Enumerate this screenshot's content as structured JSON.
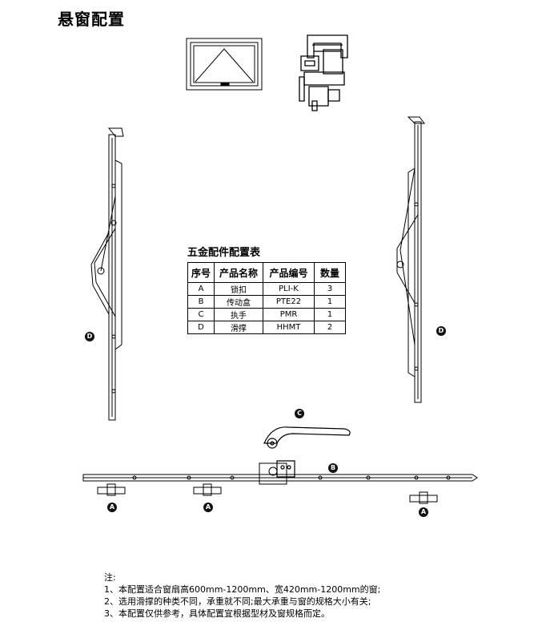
{
  "title": "悬窗配置",
  "table": {
    "title": "五金配件配置表",
    "headers": [
      "序号",
      "产品名称",
      "产品编号",
      "数量"
    ],
    "rows": [
      [
        "A",
        "锁扣",
        "PLI-K",
        "3"
      ],
      [
        "B",
        "传动盒",
        "PTE22",
        "1"
      ],
      [
        "C",
        "执手",
        "PMR",
        "1"
      ],
      [
        "D",
        "滑撑",
        "HHMT",
        "2"
      ]
    ]
  },
  "callouts": {
    "d_left": "D",
    "d_right": "D",
    "c_handle": "C",
    "b_gearbox": "B",
    "a_left": "A",
    "a_mid": "A",
    "a_right": "A"
  },
  "notes": {
    "heading": "注:",
    "items": [
      "1、本配置适合窗扇高600mm-1200mm、宽420mm-1200mm的窗;",
      "2、选用滑撑的种类不同，承重就不同;最大承重与窗的规格大小有关;",
      "3、本配置仅供参考，具体配置宜根据型材及窗规格而定。"
    ]
  }
}
